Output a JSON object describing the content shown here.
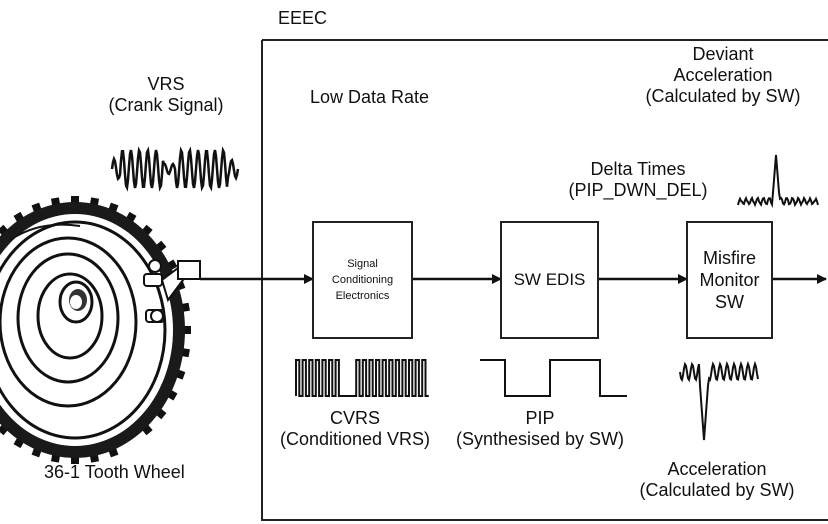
{
  "eeec_label": "EEEC",
  "low_data_rate": "Low Data Rate",
  "vrs": {
    "line1": "VRS",
    "line2": "(Crank Signal)"
  },
  "tooth_wheel": "36-1 Tooth Wheel",
  "blocks": {
    "signal_conditioning": "Signal\nConditioning\nElectronics",
    "sw_edis": "SW EDIS",
    "misfire_monitor": "Misfire\nMonitor\nSW"
  },
  "cvrs": {
    "line1": "CVRS",
    "line2": "(Conditioned VRS)"
  },
  "pip": {
    "line1": "PIP",
    "line2": "(Synthesised by SW)"
  },
  "delta_times": {
    "line1": "Delta Times",
    "line2": "(PIP_DWN_DEL)"
  },
  "deviant_acceleration": {
    "line1": "Deviant",
    "line2": "Acceleration",
    "line3": "(Calculated by SW)"
  },
  "acceleration": {
    "line1": "Acceleration",
    "line2": "(Calculated by SW)"
  }
}
